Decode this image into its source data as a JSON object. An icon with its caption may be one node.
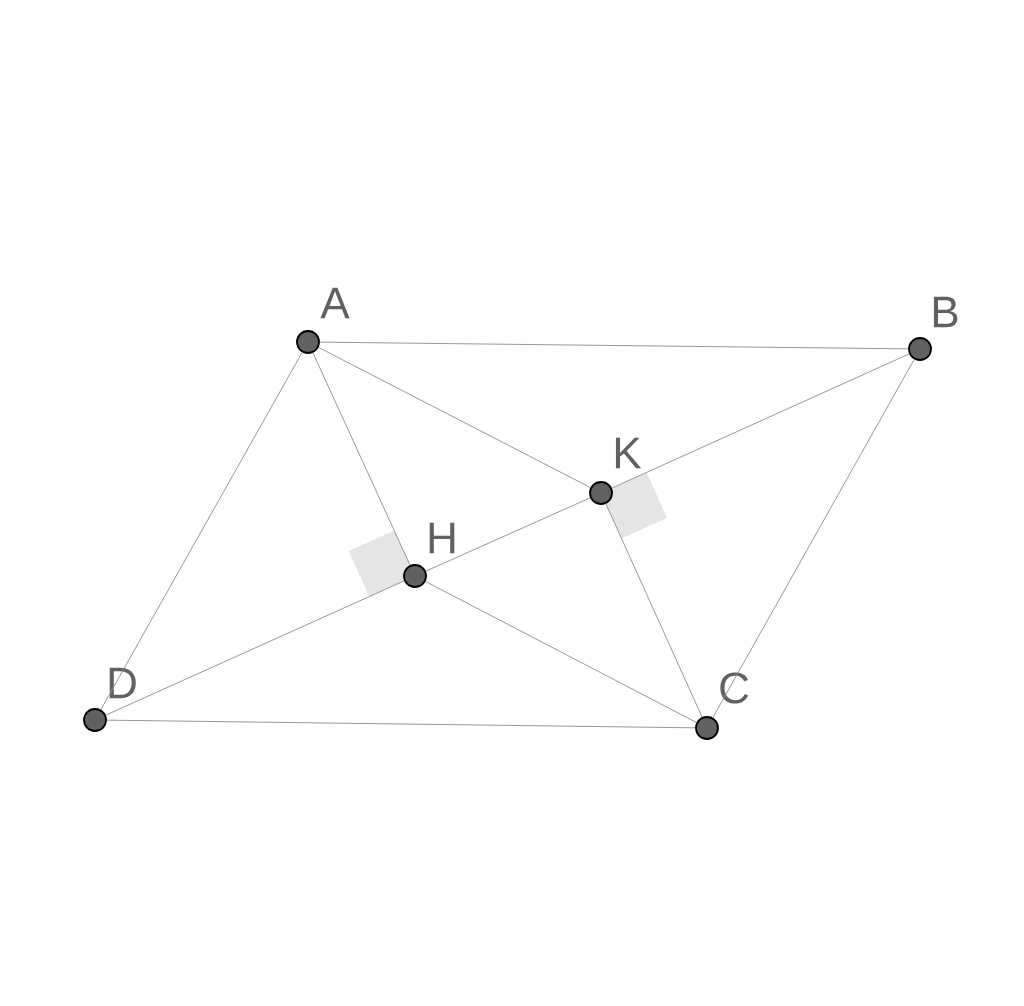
{
  "diagram": {
    "nodes": [
      {
        "text": [
          "A"
        ]
      },
      {
        "text": [
          "B"
        ]
      },
      {
        "text": [
          "C"
        ]
      },
      {
        "text": [
          "D"
        ]
      },
      {
        "text": [
          "H"
        ]
      },
      {
        "text": [
          "K"
        ]
      }
    ],
    "edges": [
      {
        "from": 0,
        "to": 1,
        "arrow": "none"
      },
      {
        "from": 1,
        "to": 2,
        "arrow": "none"
      },
      {
        "from": 2,
        "to": 3,
        "arrow": "none"
      },
      {
        "from": 3,
        "to": 0,
        "arrow": "none"
      },
      {
        "from": 0,
        "to": 4,
        "arrow": "none"
      },
      {
        "from": 0,
        "to": 5,
        "arrow": "none"
      },
      {
        "from": 2,
        "to": 4,
        "arrow": "none"
      },
      {
        "from": 2,
        "to": 5,
        "arrow": "none"
      },
      {
        "from": 3,
        "to": 4,
        "arrow": "none"
      },
      {
        "from": 4,
        "to": 5,
        "arrow": "none"
      },
      {
        "from": 5,
        "to": 1,
        "arrow": "none"
      }
    ]
  }
}
